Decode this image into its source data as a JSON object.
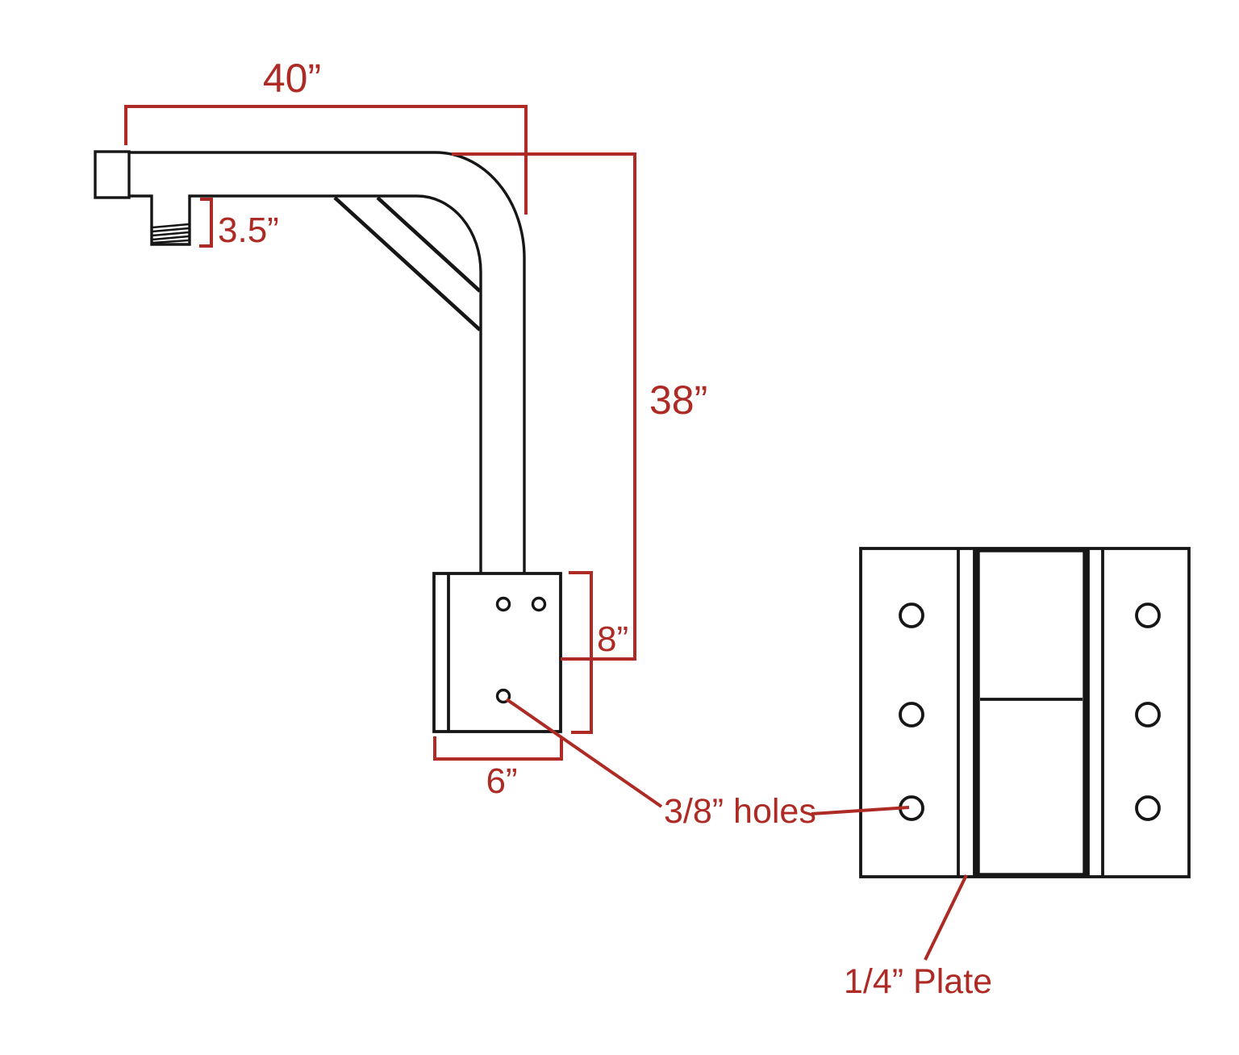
{
  "diagram": {
    "background": "#ffffff",
    "colors": {
      "outline": "#161616",
      "dimension": "#ad2b24"
    },
    "labels": {
      "arm_length": "40”",
      "drop_length": "38”",
      "stub_length": "3.5”",
      "plate_height": "8”",
      "plate_width": "6”",
      "holes_note": "3/8” holes",
      "plate_note": "1/4” Plate"
    }
  }
}
